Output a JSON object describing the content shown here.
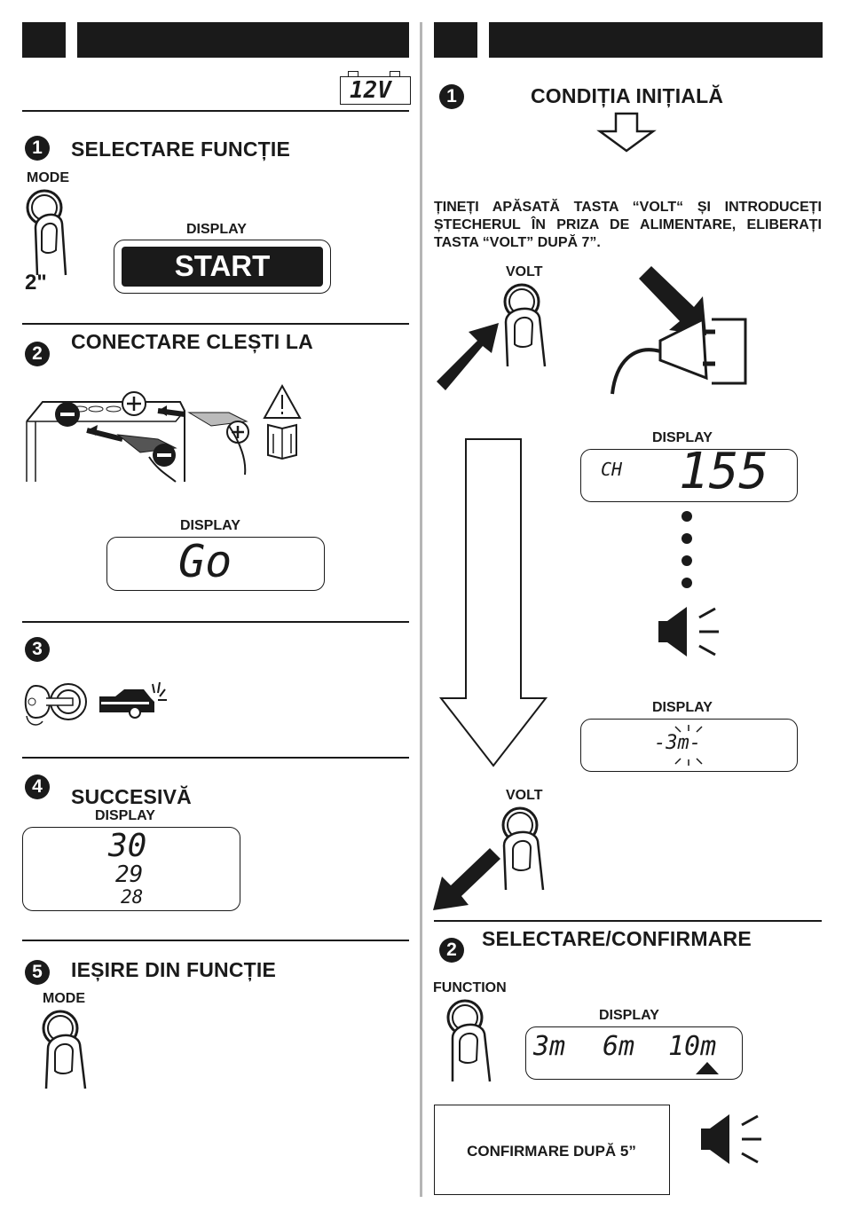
{
  "left": {
    "voltage_badge": "12V",
    "step1": {
      "number": "1",
      "title": "SELECTARE FUNCȚIE",
      "button_label": "MODE",
      "hold_time": "2\"",
      "display_label": "DISPLAY",
      "display_value": "START"
    },
    "step2": {
      "number": "2",
      "title": "CONECTARE CLEȘTI LA",
      "display_label": "DISPLAY",
      "display_value": "Go"
    },
    "step3": {
      "number": "3"
    },
    "step4": {
      "number": "4",
      "title": "SUCCESIVĂ",
      "display_label": "DISPLAY",
      "countdown": [
        "30",
        "29",
        "28"
      ]
    },
    "step5": {
      "number": "5",
      "title": "IEȘIRE DIN FUNCȚIE",
      "button_label": "MODE"
    }
  },
  "right": {
    "step1": {
      "number": "1",
      "title": "CONDIȚIA INIȚIALĂ",
      "instruction": "ȚINEȚI APĂSATĂ TASTA “VOLT“ ȘI INTRODUCEȚI ȘTECHERUL ÎN PRIZA DE ALIMENTARE, ELIBERAȚI TASTA “VOLT” DUPĂ 7”.",
      "button_label": "VOLT",
      "display1_label": "DISPLAY",
      "display1_prefix": "CH",
      "display1_value": "155",
      "display2_label": "DISPLAY",
      "display2_value": "-3m-",
      "button2_label": "VOLT"
    },
    "step2": {
      "number": "2",
      "title": "SELECTARE/CONFIRMARE",
      "button_label": "FUNCTION",
      "display_label": "DISPLAY",
      "options": [
        "3m",
        "6m",
        "10m"
      ],
      "confirm_text": "CONFIRMARE DUPĂ 5”"
    }
  },
  "icons": [
    "finger-press-icon",
    "battery-clamp-icon",
    "warning-icon",
    "ignition-key-icon",
    "car-lights-icon",
    "power-plug-icon",
    "speaker-icon",
    "arrow-down-icon"
  ]
}
